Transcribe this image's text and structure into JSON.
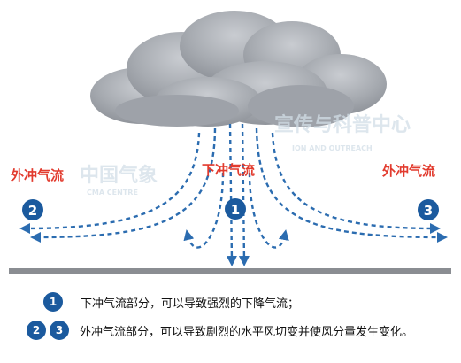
{
  "labels": {
    "left": "外冲气流",
    "center": "下冲气流",
    "right": "外冲气流"
  },
  "badges": {
    "one": "1",
    "two": "2",
    "three": "3"
  },
  "watermark": {
    "text_left": "中国气象",
    "text_right": "宣传与科普中心",
    "sub_left": "CMA CENTRE",
    "sub_right": "ION AND OUTREACH"
  },
  "legend": {
    "item1_badge": "1",
    "item1_text": "下冲气流部分，可以导致强烈的下降气流；",
    "item2_badge_a": "2",
    "item2_badge_b": "3",
    "item2_text": "外冲气流部分，可以导致剧烈的水平风切变并使风分量发生变化。"
  },
  "colors": {
    "accent_red": "#e23b2e",
    "badge_blue": "#1b5a9e",
    "arrow_blue": "#2b6cb0",
    "ground": "#8a8d92"
  }
}
